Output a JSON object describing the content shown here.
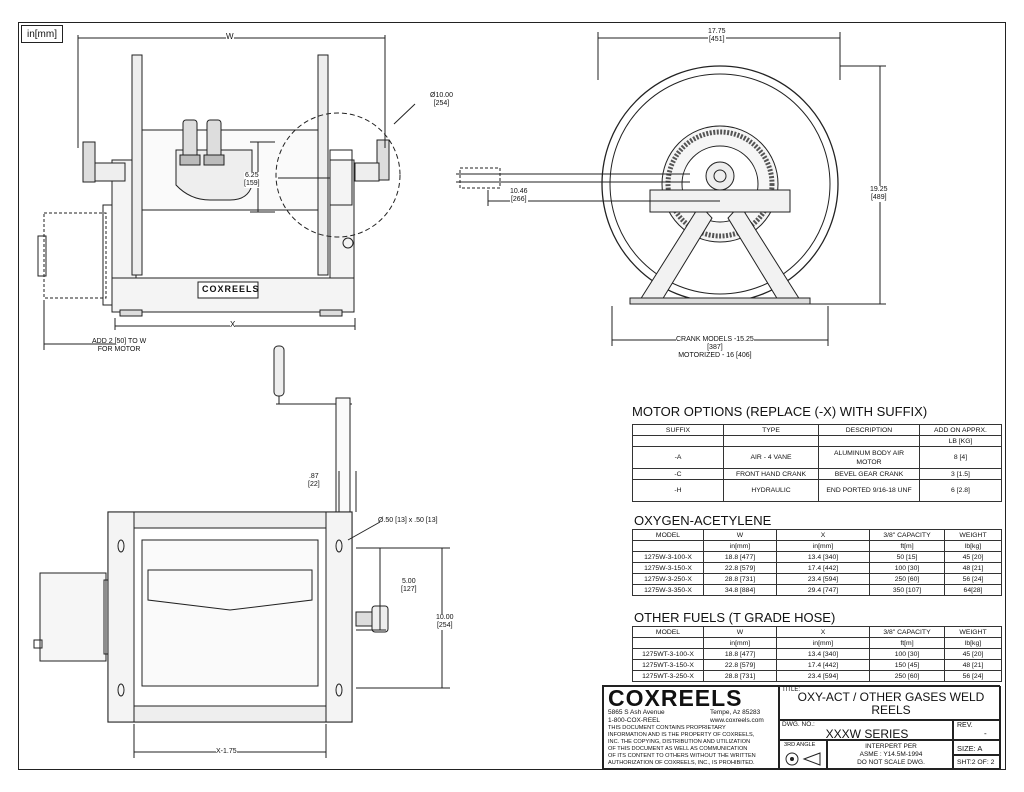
{
  "sheet": {
    "units": "in[mm]"
  },
  "dims": {
    "w": "W",
    "x": "X",
    "diameter": "Ø10.00",
    "diameter_mm": "[254]",
    "h625": "6.25",
    "h625_mm": "[159]",
    "add_motor_1": "ADD 2 [50] TO W",
    "add_motor_2": "FOR MOTOR",
    "overall_width": "17.75",
    "overall_width_mm": "[451]",
    "overall_height": "19.25",
    "overall_height_mm": "[489]",
    "hub": "10.46",
    "hub_mm": "[266]",
    "crank_1": "CRANK MODELS -15.25",
    "crank_2": "[387]",
    "crank_3": "MOTORIZED - 16 [406]",
    "d087": ".87",
    "d087_mm": "[22]",
    "slot": "Ø.50 [13] x .50 [13]",
    "h500": "5.00",
    "h500_mm": "[127]",
    "h1000": "10.00",
    "h1000_mm": "[254]",
    "x175": "X-1.75",
    "brand_plate": "COXREELS"
  },
  "motor_options": {
    "title": "MOTOR OPTIONS (REPLACE (-X) WITH SUFFIX)",
    "headers": [
      "SUFFIX",
      "TYPE",
      "DESCRIPTION",
      "ADD ON APPRX."
    ],
    "subheader": "LB [KG]",
    "rows": [
      [
        "-A",
        "AIR - 4 VANE",
        "ALUMINUM BODY AIR MOTOR",
        "8 [4]"
      ],
      [
        "-C",
        "FRONT HAND CRANK",
        "BEVEL GEAR CRANK",
        "3 [1.5]"
      ],
      [
        "-H",
        "HYDRAULIC",
        "END PORTED 9/16-18 UNF",
        "6 [2.8]"
      ]
    ]
  },
  "oxy": {
    "title": "OXYGEN-ACETYLENE",
    "headers": [
      "MODEL",
      "W",
      "X",
      "3/8\" CAPACITY",
      "WEIGHT"
    ],
    "units": [
      "",
      "in[mm]",
      "in[mm]",
      "ft[m]",
      "lb[kg]"
    ],
    "rows": [
      [
        "1275W-3-100-X",
        "18.8 [477]",
        "13.4 [340]",
        "50 [15]",
        "45 [20]"
      ],
      [
        "1275W-3-150-X",
        "22.8 [579]",
        "17.4 [442]",
        "100 [30]",
        "48 [21]"
      ],
      [
        "1275W-3-250-X",
        "28.8 [731]",
        "23.4 [594]",
        "250 [60]",
        "56 [24]"
      ],
      [
        "1275W-3-350-X",
        "34.8 [884]",
        "29.4 [747]",
        "350 [107]",
        "64[28]"
      ]
    ]
  },
  "other": {
    "title": "OTHER FUELS (T GRADE HOSE)",
    "headers": [
      "MODEL",
      "W",
      "X",
      "3/8\" CAPACITY",
      "WEIGHT"
    ],
    "units": [
      "",
      "in[mm]",
      "in[mm]",
      "ft[m]",
      "lb[kg]"
    ],
    "rows": [
      [
        "1275WT-3-100-X",
        "18.8 [477]",
        "13.4 [340]",
        "100 [30]",
        "45 [20]"
      ],
      [
        "1275WT-3-150-X",
        "22.8 [579]",
        "17.4 [442]",
        "150 [45]",
        "48 [21]"
      ],
      [
        "1275WT-3-250-X",
        "28.8 [731]",
        "23.4 [594]",
        "250 [60]",
        "56 [24]"
      ]
    ]
  },
  "titleblock": {
    "logo": "COXREELS",
    "address": "5865 S Ash Avenue",
    "city": "Tempe, Az  85283",
    "phone": "1-800-COX-REEL",
    "web": "www.coxreels.com",
    "legal": [
      "THIS DOCUMENT CONTAINS PROPRIETARY",
      "INFORMATION AND IS THE PROPERTY OF COXREELS,",
      "INC. THE COPYING, DISTRIBUTION AND UTILIZATION",
      "OF THIS DOCUMENT AS WELL AS COMMUNICATION",
      "OF ITS CONTENT TO OTHERS WITHOUT THE WRITTEN",
      "AUTHORIZATION OF COXREELS, INC., IS PROHIBITED."
    ],
    "title_label": "TITLE:",
    "title_1": "OXY-ACT / OTHER GASES WELD",
    "title_2": "REELS",
    "dwg_label": "DWG. NO.:",
    "dwg_no": "XXXW SERIES",
    "rev_label": "REV.",
    "rev": "-",
    "angle_label": "3RD ANGLE",
    "interpret_1": "INTERPERT PER",
    "interpret_2": "ASME : Y14.5M-1994",
    "interpret_3": "DO NOT SCALE DWG.",
    "size": "SIZE:  A",
    "sheet": "SHT:2 OF: 2"
  }
}
